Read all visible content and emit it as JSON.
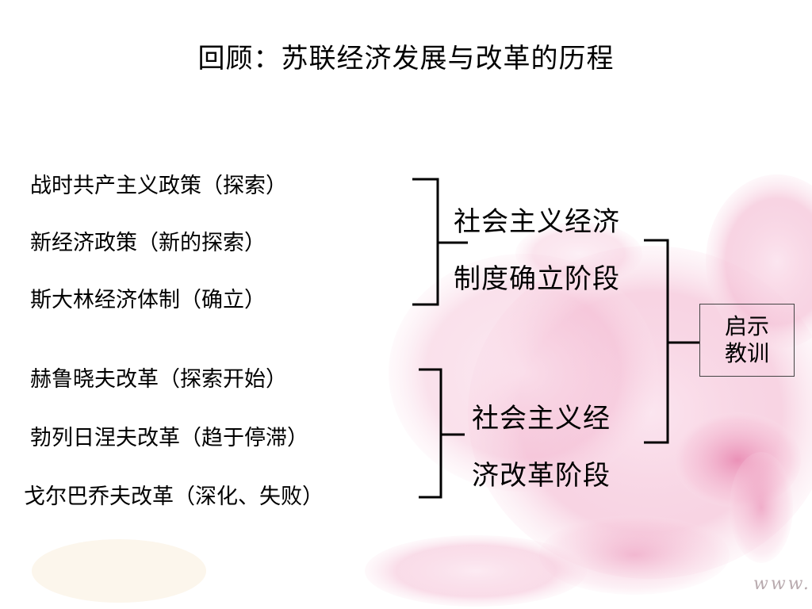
{
  "title": "回顾：苏联经济发展与改革的历程",
  "group1": {
    "items": [
      "战时共产主义政策（探索）",
      "新经济政策（新的探索）",
      "斯大林经济体制（确立）"
    ],
    "stage_lines": [
      "社会主义经济",
      "制度确立阶段"
    ]
  },
  "group2": {
    "items": [
      "赫鲁晓夫改革（探索开始）",
      "勃列日涅夫改革（趋于停滞）",
      "戈尔巴乔夫改革（深化、失败）"
    ],
    "stage_lines": [
      "社会主义经",
      "济改革阶段"
    ]
  },
  "lesson": {
    "line1": "启示",
    "line2": "教训"
  },
  "watermark": "www.",
  "colors": {
    "text": "#000000",
    "bracket": "#000000",
    "petal": "#f2b8cf"
  }
}
